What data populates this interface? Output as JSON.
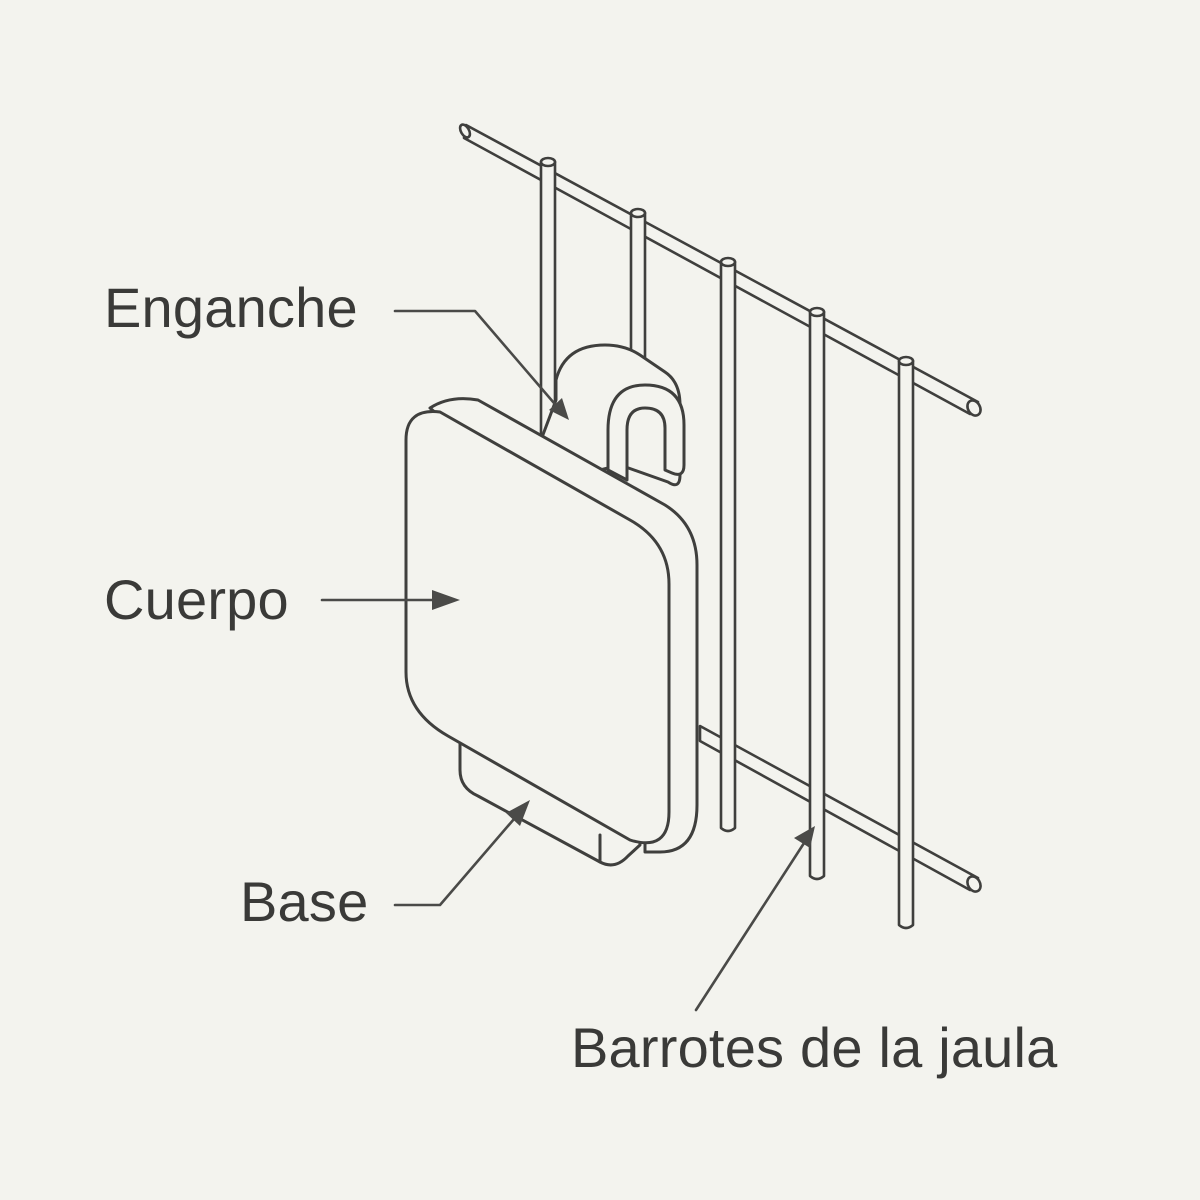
{
  "diagram": {
    "labels": {
      "hook": "Enganche",
      "body": "Cuerpo",
      "base": "Base",
      "cage_bars": "Barrotes de la jaula"
    },
    "colors": {
      "background": "#f3f3ee",
      "line": "#3f3f3d",
      "text": "#3a3a38"
    }
  }
}
